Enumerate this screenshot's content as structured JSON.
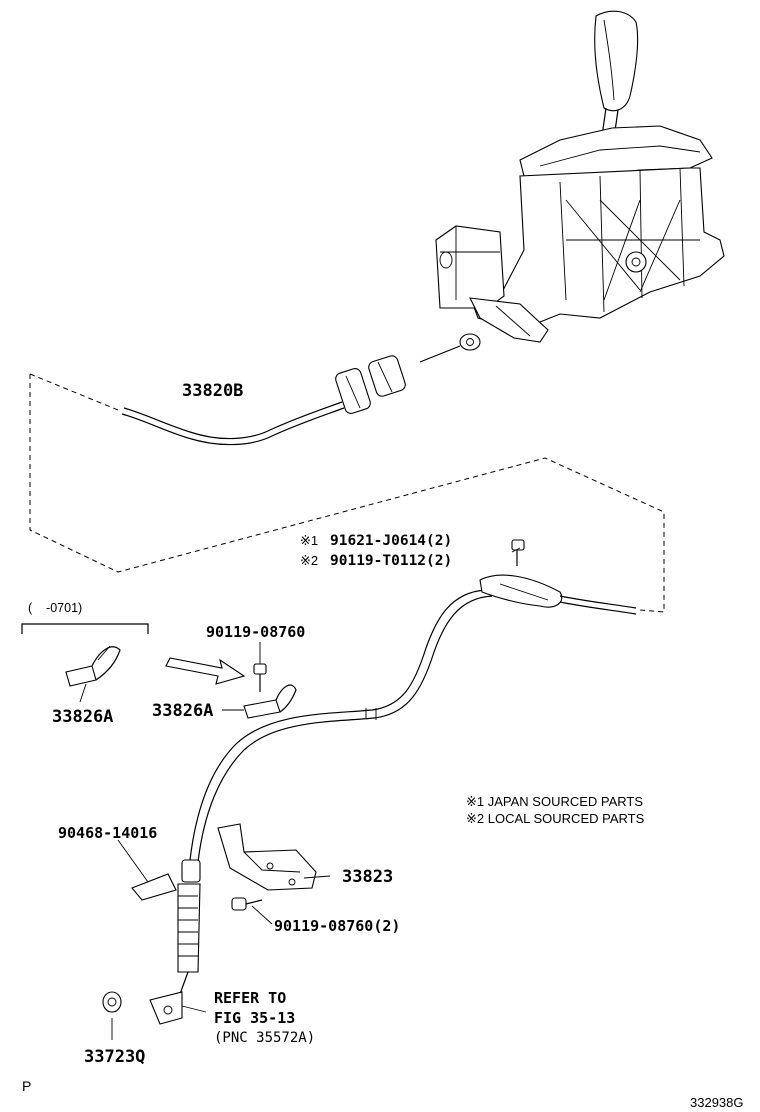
{
  "labels": {
    "cable_33820B": "33820B",
    "note1_code": "91621-J0614(2)",
    "note2_code": "90119-T0112(2)",
    "note1_mark": "※1",
    "note2_mark": "※2",
    "range_label": "(    -0701)",
    "bolt_top": "90119-08760",
    "clip_left": "33826A",
    "clip_right": "33826A",
    "legend_1": "※1 JAPAN SOURCED PARTS",
    "legend_2": "※2 LOCAL SOURCED PARTS",
    "clip_90468": "90468-14016",
    "bracket_33823": "33823",
    "bolt_bottom": "90119-08760(2)",
    "refer_1": "REFER TO",
    "refer_2": "FIG 35-13",
    "refer_3": "(PNC 35572A)",
    "nut_33723Q": "33723Q",
    "corner_p": "P",
    "diagram_id": "332938G"
  }
}
